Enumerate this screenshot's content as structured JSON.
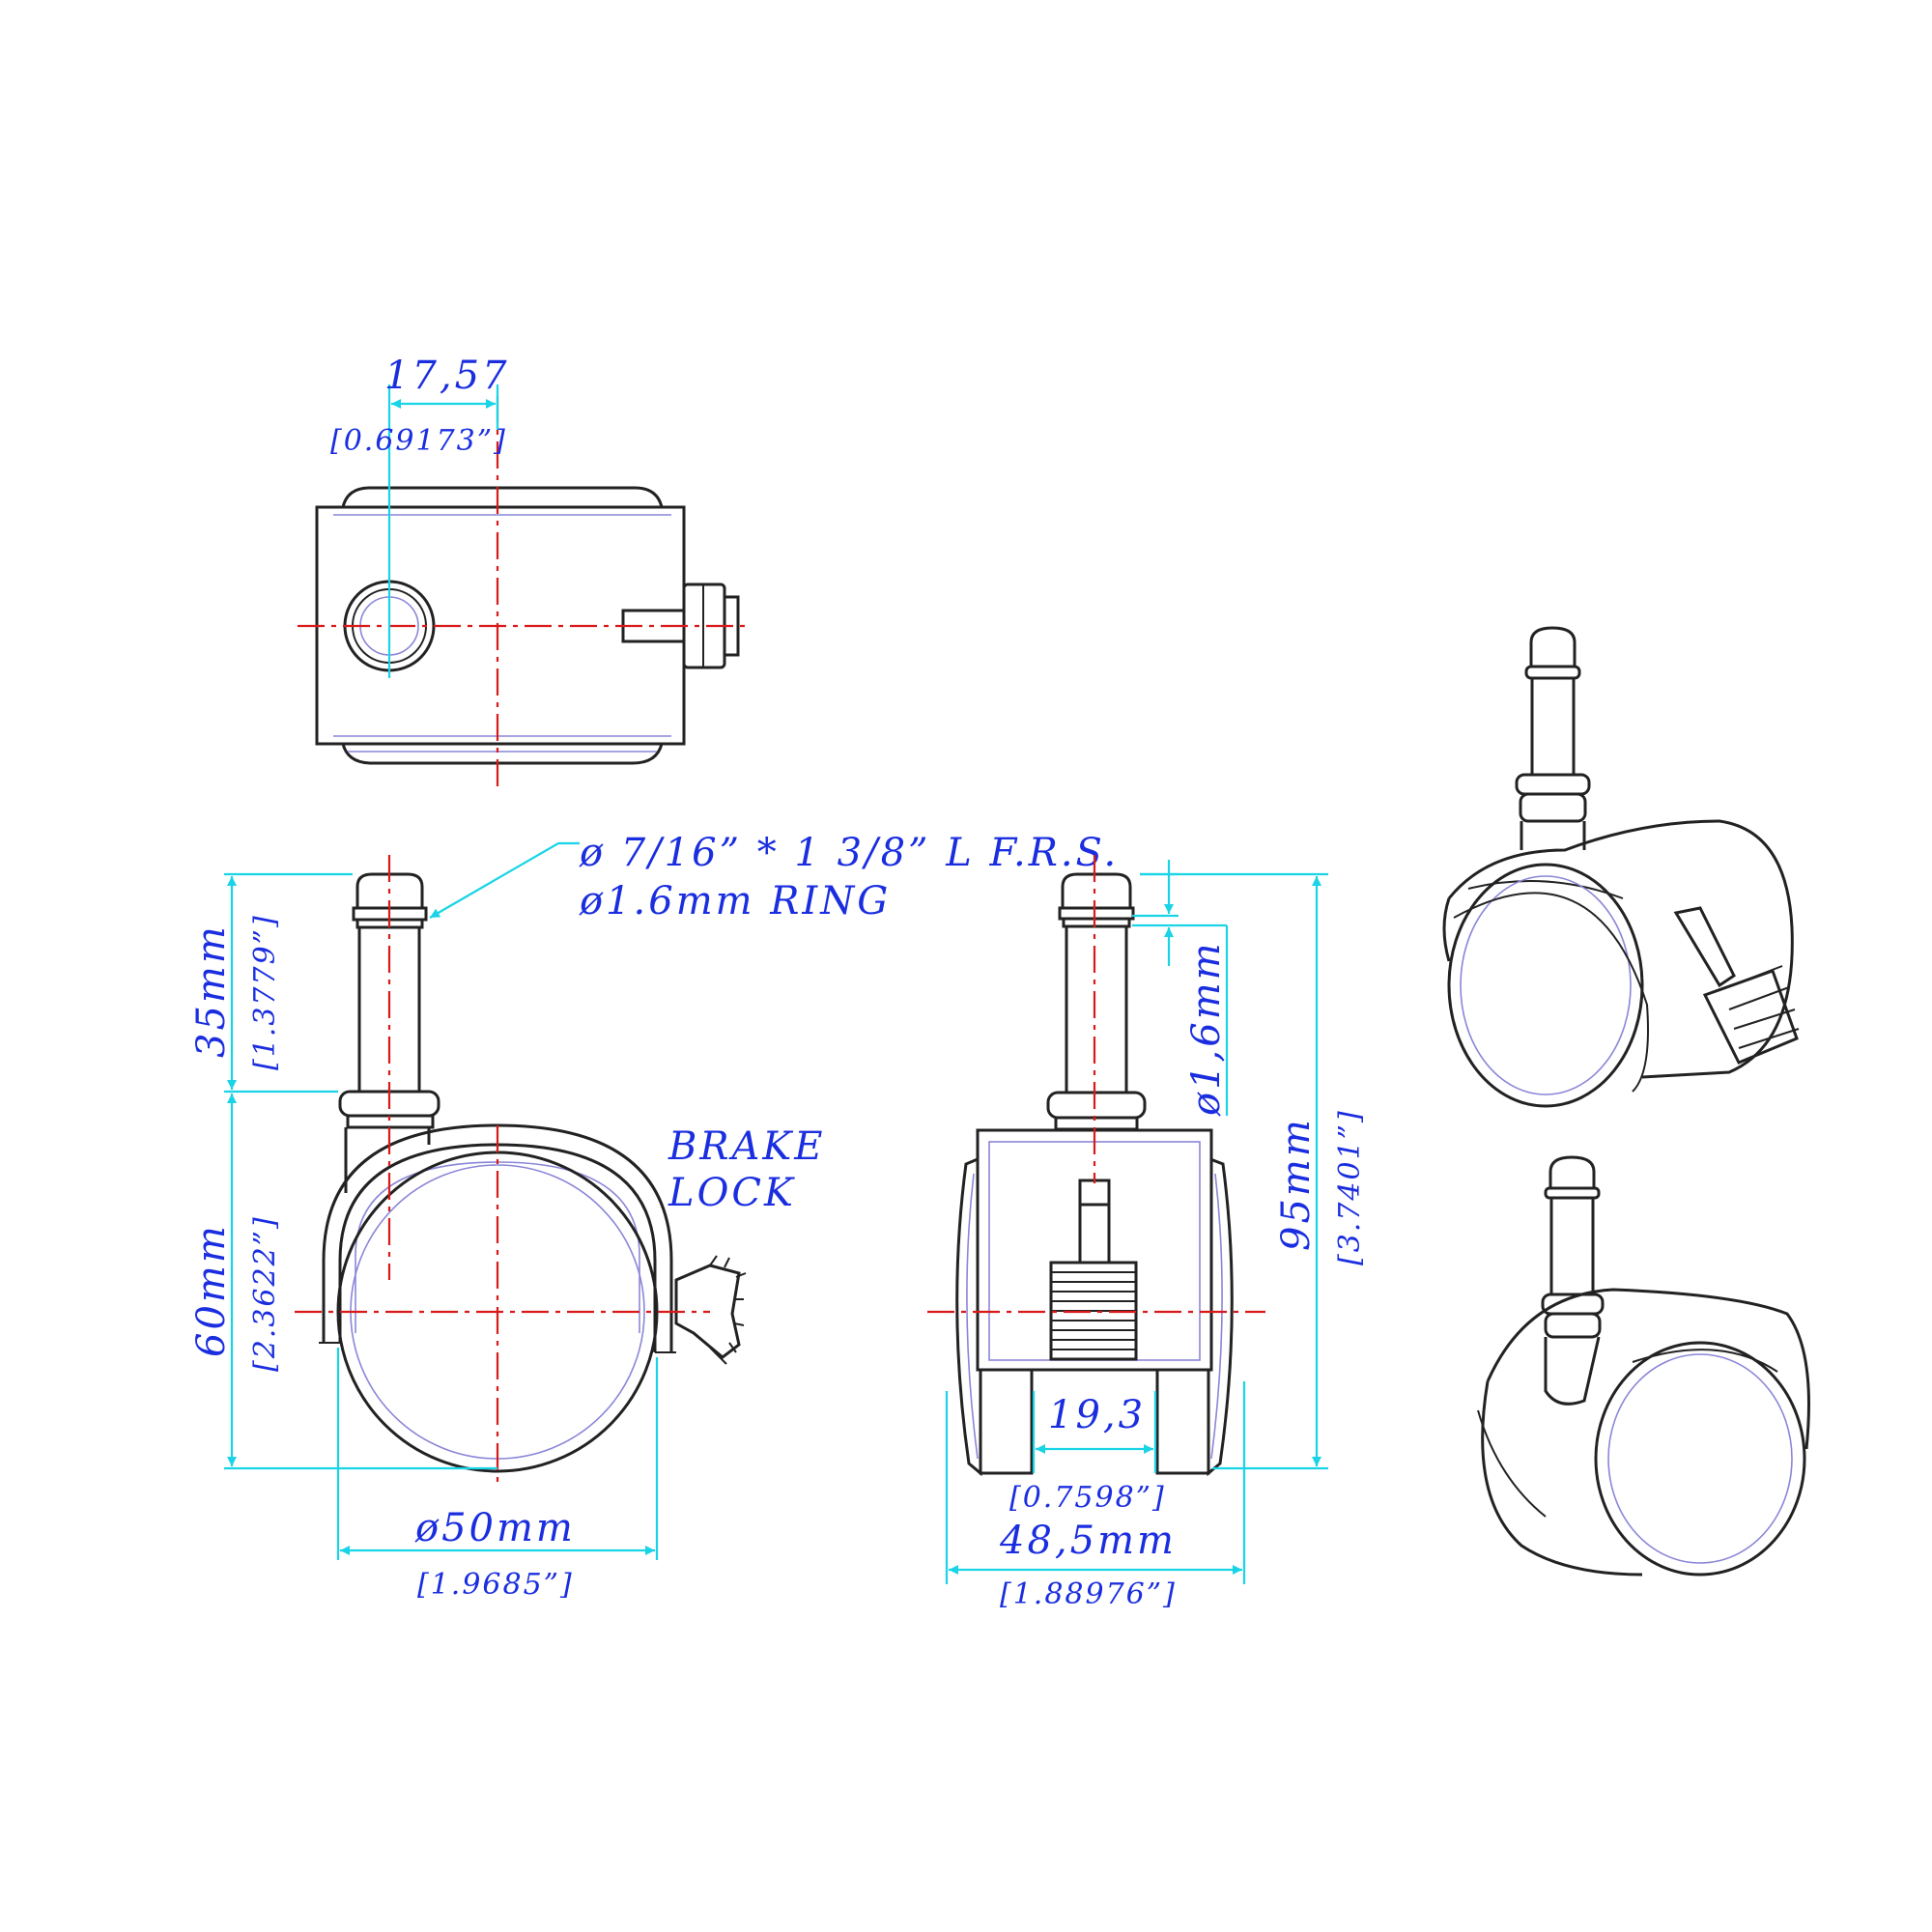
{
  "colors": {
    "outline": "#222222",
    "centerline": "#d91a1a",
    "dimension_line": "#19d4e6",
    "dimension_text": "#1a2ee0"
  },
  "top_view": {
    "offset_mm": "17,57",
    "offset_in": "[0.69173”]"
  },
  "side_view": {
    "stem_note_line1": "ø 7/16” * 1 3/8” L  F.R.S.",
    "stem_note_line2": "ø1.6mm  RING",
    "stem_height_mm": "35mm",
    "stem_height_in": "[1.3779”]",
    "body_height_mm": "60mm",
    "body_height_in": "[2.3622”]",
    "brake_line1": "BRAKE",
    "brake_line2": "LOCK",
    "wheel_dia_mm": "ø50mm",
    "wheel_dia_in": "[1.9685”]"
  },
  "front_view": {
    "ring_mm": "ø1,6mm",
    "total_height_mm": "95mm",
    "total_height_in": "[3.7401”]",
    "gap_mm": "19,3",
    "gap_in": "[0.7598”]",
    "width_mm": "48,5mm",
    "width_in": "[1.88976”]"
  }
}
